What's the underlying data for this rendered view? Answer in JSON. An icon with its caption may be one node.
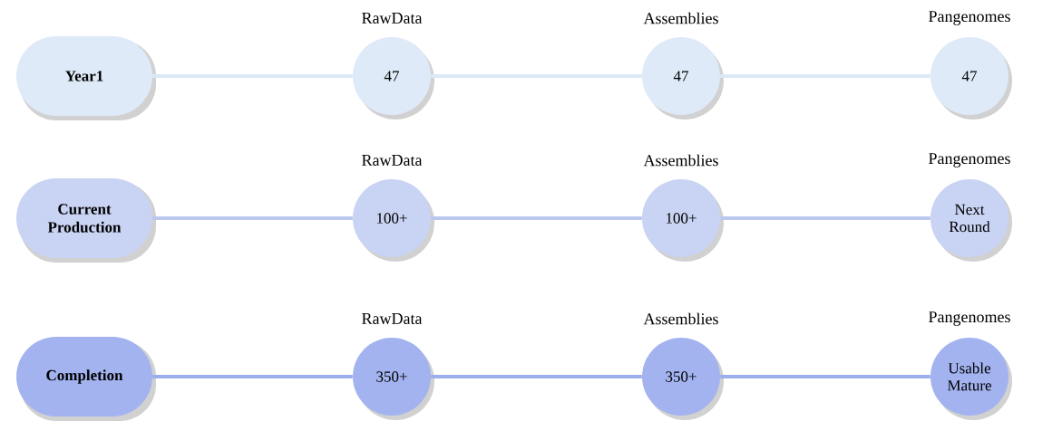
{
  "diagram": {
    "nodes": [
      {
        "text": [
          "Year1"
        ]
      },
      {
        "text": [
          "RawData",
          "47"
        ]
      },
      {
        "text": [
          "Assemblies",
          "47"
        ]
      },
      {
        "text": [
          "Pangenomes",
          "47"
        ]
      },
      {
        "text": [
          "Current Production"
        ]
      },
      {
        "text": [
          "RawData",
          "100+"
        ]
      },
      {
        "text": [
          "Assemblies",
          "100+"
        ]
      },
      {
        "text": [
          "Pangenomes",
          "Next Round"
        ]
      },
      {
        "text": [
          "Completion"
        ]
      },
      {
        "text": [
          "RawData",
          "350+"
        ]
      },
      {
        "text": [
          "Assemblies",
          "350+"
        ]
      },
      {
        "text": [
          "Pangenomes",
          "Usable Mature"
        ]
      }
    ],
    "edges": [
      {
        "from": 0,
        "to": 1,
        "arrow": "none",
        "color": "#dde8f6"
      },
      {
        "from": 1,
        "to": 2,
        "arrow": "none",
        "color": "#dde8f6"
      },
      {
        "from": 2,
        "to": 3,
        "arrow": "none",
        "color": "#dde8f6"
      },
      {
        "from": 4,
        "to": 5,
        "arrow": "none",
        "color": "#bcc7f0"
      },
      {
        "from": 5,
        "to": 6,
        "arrow": "none",
        "color": "#bcc7f0"
      },
      {
        "from": 6,
        "to": 7,
        "arrow": "none",
        "color": "#bcc7f0"
      },
      {
        "from": 8,
        "to": 9,
        "arrow": "none",
        "color": "#9dadee"
      },
      {
        "from": 9,
        "to": 10,
        "arrow": "none",
        "color": "#9dadee"
      },
      {
        "from": 10,
        "to": 11,
        "arrow": "none",
        "color": "#9dadee"
      }
    ]
  }
}
